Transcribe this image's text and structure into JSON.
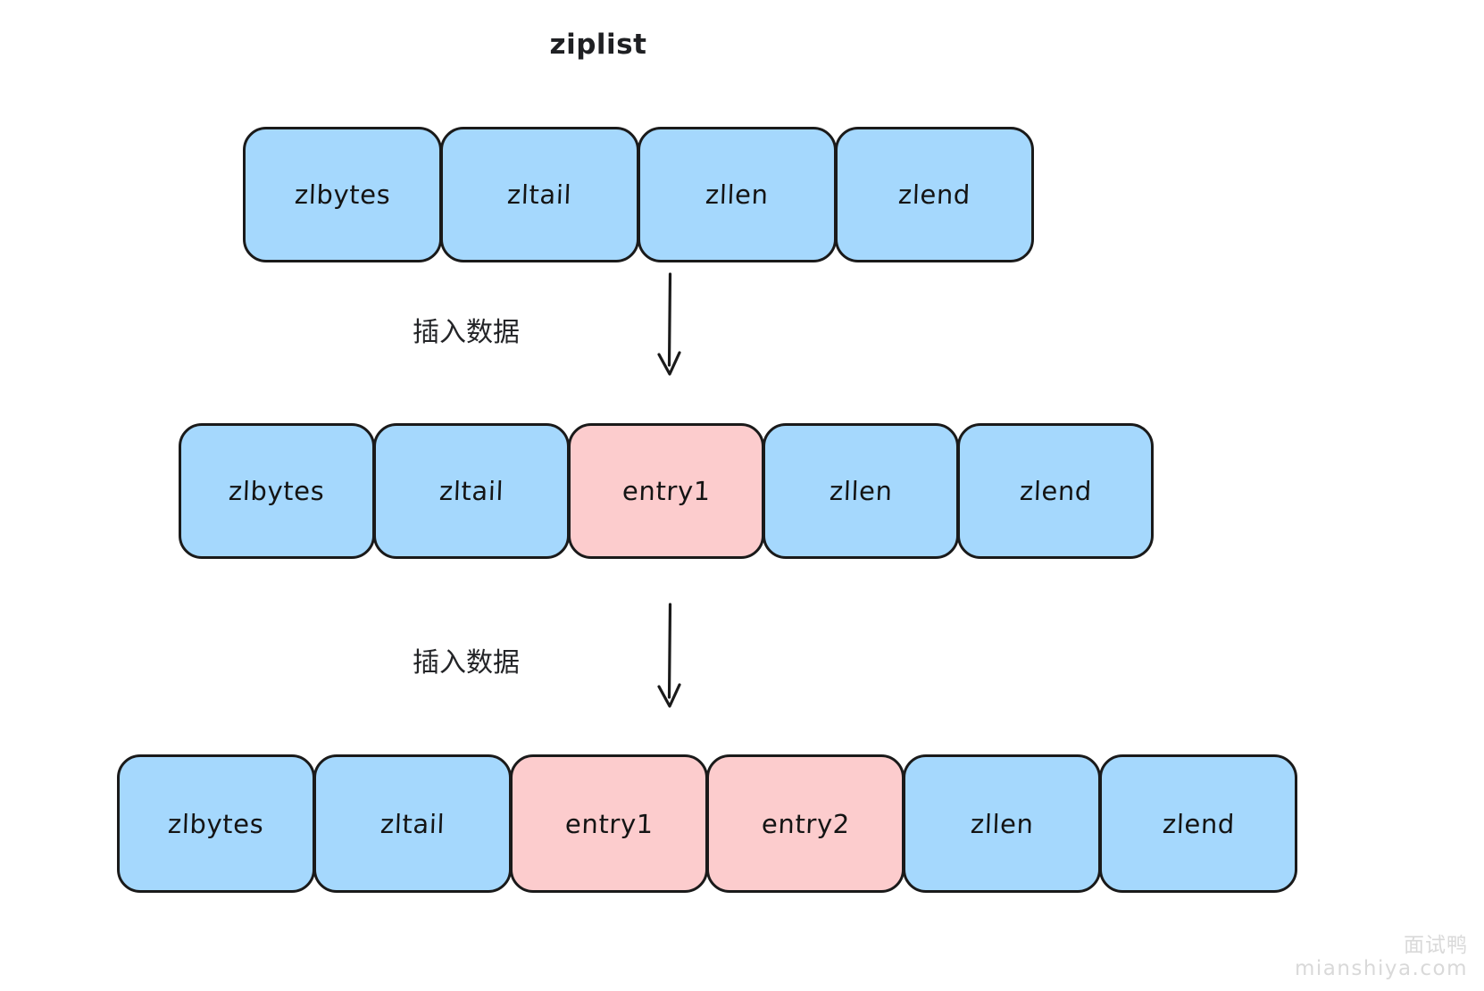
{
  "diagram": {
    "title": "ziplist",
    "type": "ziplist-insertion-flow",
    "colors": {
      "header_cell": "#a5d8fd",
      "entry_cell": "#fccccd",
      "stroke": "#1a1a1a",
      "text": "#141414",
      "background": "#ffffff",
      "watermark": "#d9d9d9"
    },
    "rows": [
      {
        "id": "row-initial",
        "cells": [
          {
            "label": "zlbytes",
            "kind": "blue"
          },
          {
            "label": "zltail",
            "kind": "blue"
          },
          {
            "label": "zllen",
            "kind": "blue"
          },
          {
            "label": "zlend",
            "kind": "blue"
          }
        ]
      },
      {
        "id": "row-after-first-insert",
        "cells": [
          {
            "label": "zlbytes",
            "kind": "blue"
          },
          {
            "label": "zltail",
            "kind": "blue"
          },
          {
            "label": "entry1",
            "kind": "pink"
          },
          {
            "label": "zllen",
            "kind": "blue"
          },
          {
            "label": "zlend",
            "kind": "blue"
          }
        ]
      },
      {
        "id": "row-after-second-insert",
        "cells": [
          {
            "label": "zlbytes",
            "kind": "blue"
          },
          {
            "label": "zltail",
            "kind": "blue"
          },
          {
            "label": "entry1",
            "kind": "pink"
          },
          {
            "label": "entry2",
            "kind": "pink"
          },
          {
            "label": "zllen",
            "kind": "blue"
          },
          {
            "label": "zlend",
            "kind": "blue"
          }
        ]
      }
    ],
    "arrows": [
      {
        "id": "arrow-insert-1",
        "label": "插入数据",
        "direction": "down"
      },
      {
        "id": "arrow-insert-2",
        "label": "插入数据",
        "direction": "down"
      }
    ]
  },
  "watermark": {
    "brand": "面试鸭",
    "url": "mianshiya.com"
  }
}
